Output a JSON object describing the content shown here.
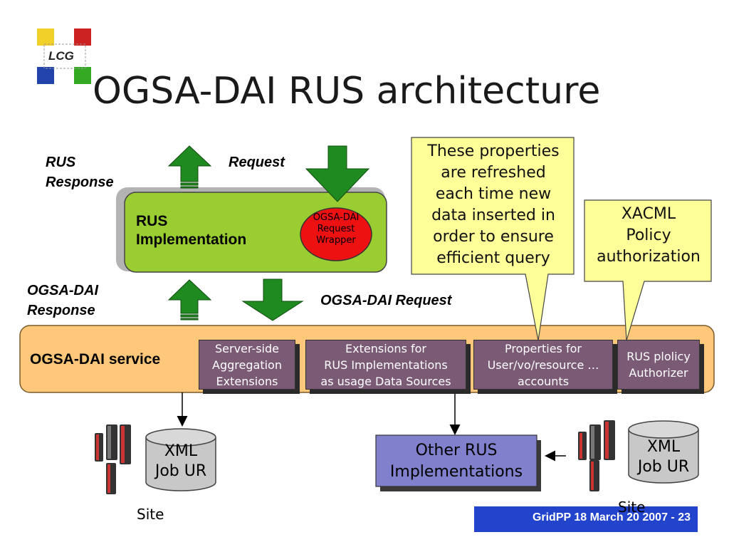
{
  "logo": {
    "text": "LCG"
  },
  "title": "OGSA-DAI RUS architecture",
  "labels": {
    "rus_response": [
      "RUS",
      "Response"
    ],
    "request": "Request",
    "ogsadai_response": [
      "OGSA-DAI",
      "Response"
    ],
    "ogsadai_request": "OGSA-DAI Request"
  },
  "rus_impl": {
    "label": [
      "RUS",
      "Implementation"
    ],
    "wrapper": [
      "OGSA-DAI",
      "Request",
      "Wrapper"
    ]
  },
  "callouts": {
    "properties": [
      "These properties",
      "are refreshed",
      "each time new",
      "data inserted in",
      "order to ensure",
      "efficient query"
    ],
    "xacml": [
      "XACML",
      "Policy",
      "authorization"
    ]
  },
  "service": {
    "label": "OGSA-DAI service",
    "boxes": [
      [
        "Server-side",
        "Aggregation",
        "Extensions"
      ],
      [
        "Extensions for",
        "RUS Implementations",
        "as usage Data Sources"
      ],
      [
        "Properties for",
        "User/vo/resource …",
        "accounts"
      ],
      [
        "RUS plolicy",
        "Authorizer"
      ]
    ]
  },
  "db_left": [
    "XML",
    "Job UR"
  ],
  "db_right": [
    "XML",
    "Job UR"
  ],
  "other_rus": [
    "Other RUS",
    "Implementations"
  ],
  "site_left": "Site",
  "site_right": "Site",
  "footer": "GridPP 18 March 20 2007 - 23",
  "colors": {
    "green_arrow": "#1f8a1f",
    "rus_box": "#9acd32",
    "wrapper": "#ee1111",
    "service": "#ffc77a",
    "ext_box": "#7a5a75",
    "callout": "#ffff99",
    "other_rus": "#8080cc",
    "db": "#c8c8c8",
    "footer_bg": "#2244cc"
  }
}
